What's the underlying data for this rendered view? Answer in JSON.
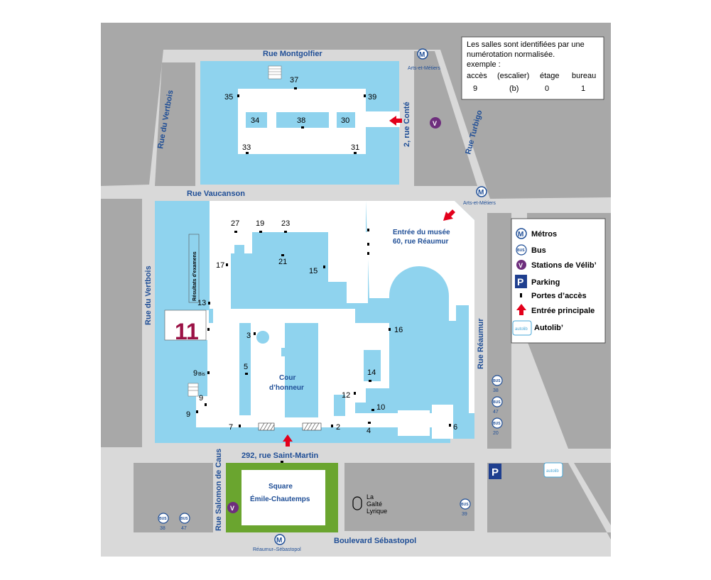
{
  "info_box": {
    "line1": "Les salles sont identifiées par une",
    "line2": "numérotation normalisée.",
    "line3": "exemple :",
    "col_access": "accès",
    "col_stair": "(escalier)",
    "col_floor": "étage",
    "col_office": "bureau",
    "val_access": "9",
    "val_stair": "(b)",
    "val_floor": "0",
    "val_office": "1"
  },
  "streets": {
    "montgolfier": "Rue Montgolfier",
    "vaucanson": "Rue Vaucanson",
    "vertbois_top": "Rue du Vertbois",
    "vertbois_left": "Rue du Vertbois",
    "conte": "2, rue Conté",
    "turbigo": "Rue Turbigo",
    "reaumur": "Rue Réaumur",
    "saint_martin": "292, rue Saint-Martin",
    "salomon": "Rue Salomon de Caus",
    "sebastopol": "Boulevard Sébastopol"
  },
  "metros": {
    "arts_metiers_1": "Arts-et-Métiers",
    "arts_metiers_2": "Arts-et-Métiers",
    "reaumur_sebastopol": "Réaumur–Sébastopol"
  },
  "labels": {
    "museum_entry_1": "Entrée du musée",
    "museum_entry_2": "60, rue Réaumur",
    "cour_1": "Cour",
    "cour_2": "d’honneur",
    "square_1": "Square",
    "square_2": "Émile-Chautemps",
    "exam_results": "Résultats d’examens",
    "big_number": "11",
    "gaite_1": "La",
    "gaite_2": "Gaîté",
    "gaite_3": "Lyrique"
  },
  "rooms": {
    "r37": "37",
    "r35": "35",
    "r39": "39",
    "r34": "34",
    "r38": "38",
    "r30": "30",
    "r33": "33",
    "r31": "31",
    "r27": "27",
    "r19": "19",
    "r23": "23",
    "r17": "17",
    "r21": "21",
    "r15": "15",
    "r13": "13",
    "r3": "3",
    "r16": "16",
    "r5": "5",
    "r9bis": "9",
    "r9bis_sub": "Bis",
    "r9a": "9",
    "r9b": "9",
    "r12": "12",
    "r14": "14",
    "r10": "10",
    "r7": "7",
    "r2": "2",
    "r4": "4",
    "r6": "6"
  },
  "bus_stops": {
    "b38_right": "38",
    "b47_right": "47",
    "b20_right": "20",
    "b38_left": "38",
    "b47_left": "47",
    "b39": "39"
  },
  "icon_text": {
    "metro_letter": "M",
    "bus": "BUS",
    "velib": "V",
    "parking": "P",
    "autolib": "autolib"
  },
  "legend": {
    "metros": "Métros",
    "bus": "Bus",
    "velib": "Stations de Vélib’",
    "parking": "Parking",
    "portes": "Portes  d’accès",
    "entree": "Entrée principale",
    "autolib": "Autolib’"
  },
  "colors": {
    "street": "#d9d9d9",
    "block": "#a8a8a8",
    "building": "#8fd3ee",
    "square": "#6aa52f",
    "accent": "#1f4e96",
    "entry_arrow": "#e3001b",
    "velib": "#6e2e7d"
  }
}
